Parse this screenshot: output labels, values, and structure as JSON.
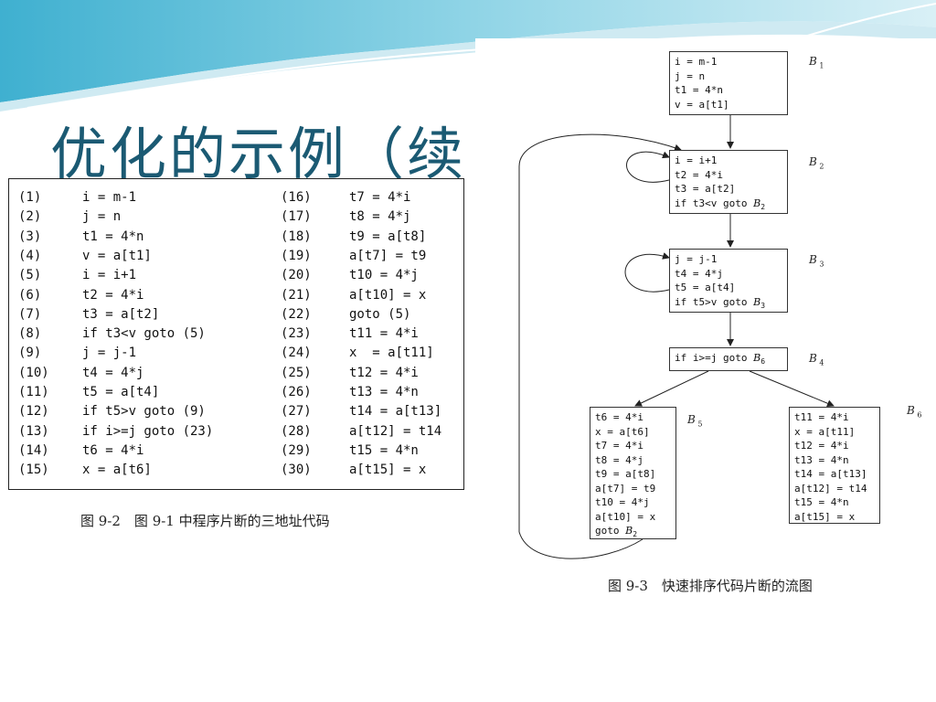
{
  "slide": {
    "title": "优化的示例（续",
    "colors": {
      "title": "#1b5a73",
      "wave": "#5fc0d8",
      "wave_light": "#cfeaf2"
    }
  },
  "code_figure": {
    "caption": "图 9-2　图 9-1 中程序片断的三地址代码",
    "left_rows": [
      {
        "num": "(1)",
        "stmt": "i = m-1"
      },
      {
        "num": "(2)",
        "stmt": "j = n"
      },
      {
        "num": "(3)",
        "stmt": "t1 = 4*n"
      },
      {
        "num": "(4)",
        "stmt": "v = a[t1]"
      },
      {
        "num": "(5)",
        "stmt": "i = i+1"
      },
      {
        "num": "(6)",
        "stmt": "t2 = 4*i"
      },
      {
        "num": "(7)",
        "stmt": "t3 = a[t2]"
      },
      {
        "num": "(8)",
        "stmt": "if t3<v goto (5)"
      },
      {
        "num": "(9)",
        "stmt": "j = j-1"
      },
      {
        "num": "(10)",
        "stmt": "t4 = 4*j"
      },
      {
        "num": "(11)",
        "stmt": "t5 = a[t4]"
      },
      {
        "num": "(12)",
        "stmt": "if t5>v goto (9)"
      },
      {
        "num": "(13)",
        "stmt": "if i>=j goto (23)"
      },
      {
        "num": "(14)",
        "stmt": "t6 = 4*i"
      },
      {
        "num": "(15)",
        "stmt": "x = a[t6]"
      }
    ],
    "right_rows": [
      {
        "num": "(16)",
        "stmt": "t7 = 4*i"
      },
      {
        "num": "(17)",
        "stmt": "t8 = 4*j"
      },
      {
        "num": "(18)",
        "stmt": "t9 = a[t8]"
      },
      {
        "num": "(19)",
        "stmt": "a[t7] = t9"
      },
      {
        "num": "(20)",
        "stmt": "t10 = 4*j"
      },
      {
        "num": "(21)",
        "stmt": "a[t10] = x"
      },
      {
        "num": "(22)",
        "stmt": "goto (5)"
      },
      {
        "num": "(23)",
        "stmt": "t11 = 4*i"
      },
      {
        "num": "(24)",
        "stmt": "x  = a[t11]"
      },
      {
        "num": "(25)",
        "stmt": "t12 = 4*i"
      },
      {
        "num": "(26)",
        "stmt": "t13 = 4*n"
      },
      {
        "num": "(27)",
        "stmt": "t14 = a[t13]"
      },
      {
        "num": "(28)",
        "stmt": "a[t12] = t14"
      },
      {
        "num": "(29)",
        "stmt": "t15 = 4*n"
      },
      {
        "num": "(30)",
        "stmt": "a[t15] = x"
      }
    ]
  },
  "flow_figure": {
    "caption": "图 9-3　快速排序代码片断的流图",
    "blocks": {
      "b1": {
        "label": "B",
        "sub": "1",
        "lines": [
          "i = m-1",
          "j = n",
          "t1 = 4*n",
          "v = a[t1]"
        ]
      },
      "b2": {
        "label": "B",
        "sub": "2",
        "lines": [
          "i = i+1",
          "t2 = 4*i",
          "t3 = a[t2]"
        ],
        "last_prefix": "if t3<v goto ",
        "last_ref": "B",
        "last_sub": "2"
      },
      "b3": {
        "label": "B",
        "sub": "3",
        "lines": [
          "j = j-1",
          "t4 = 4*j",
          "t5 = a[t4]"
        ],
        "last_prefix": "if t5>v goto ",
        "last_ref": "B",
        "last_sub": "3"
      },
      "b4": {
        "label": "B",
        "sub": "4",
        "lines": [],
        "last_prefix": "if i>=j goto ",
        "last_ref": "B",
        "last_sub": "6"
      },
      "b5": {
        "label": "B",
        "sub": "5",
        "lines": [
          "t6 = 4*i",
          "x = a[t6]",
          "t7 = 4*i",
          "t8 = 4*j",
          "t9 = a[t8]",
          "a[t7] = t9",
          "t10 = 4*j",
          "a[t10] = x"
        ],
        "last_prefix": "goto ",
        "last_ref": "B",
        "last_sub": "2"
      },
      "b6": {
        "label": "B",
        "sub": "6",
        "lines": [
          "t11 = 4*i",
          "x = a[t11]",
          "t12 = 4*i",
          "t13 = 4*n",
          "t14 = a[t13]",
          "a[t12] = t14",
          "t15 = 4*n",
          "a[t15] = x"
        ]
      }
    }
  }
}
